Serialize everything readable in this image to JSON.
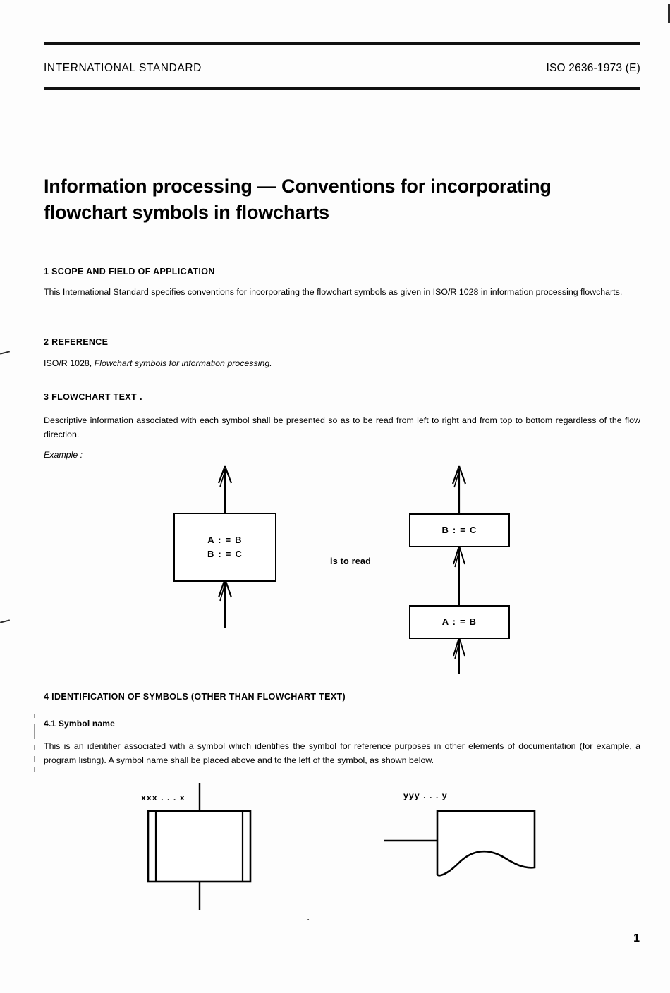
{
  "header": {
    "left": "INTERNATIONAL STANDARD",
    "right": "ISO 2636-1973 (E)"
  },
  "title": {
    "line1": "Information processing — Conventions for incorporating",
    "line2": "flowchart symbols in flowcharts"
  },
  "sections": [
    {
      "number_title": "1  SCOPE AND FIELD OF APPLICATION",
      "body": "This International Standard specifies conventions for incorporating the flowchart symbols as given in ISO/R 1028 in information processing flowcharts."
    },
    {
      "number_title": "2  REFERENCE",
      "ref_prefix": "ISO/R 1028, ",
      "ref_italic": "Flowchart symbols for information processing."
    },
    {
      "number_title": "3  FLOWCHART TEXT",
      "body": "Descriptive information associated with each symbol shall be presented so as to be read from left to right and from top to bottom regardless of the flow direction.",
      "example_label": "Example :"
    },
    {
      "number_title": "4  IDENTIFICATION OF SYMBOLS (OTHER THAN FLOWCHART TEXT)",
      "subsection_title": "4.1  Symbol name",
      "body": "This is an identifier associated with a symbol which identifies the symbol for reference purposes in other elements of documentation (for example, a program listing). A symbol name shall be placed above and to the left of the symbol, as shown below."
    }
  ],
  "figure_example": {
    "left_box_line1": "A : = B",
    "left_box_line2": "B : = C",
    "connector_label": "is to read",
    "right_top_box": "B : = C",
    "right_bottom_box": "A : = B"
  },
  "figure_symbols": {
    "predefined_process_label": "xxx . . . x",
    "document_label": "yyy . . . y"
  },
  "footer": {
    "page_number": "1"
  },
  "colors": {
    "ink": "#000000",
    "paper": "#ffffff"
  }
}
